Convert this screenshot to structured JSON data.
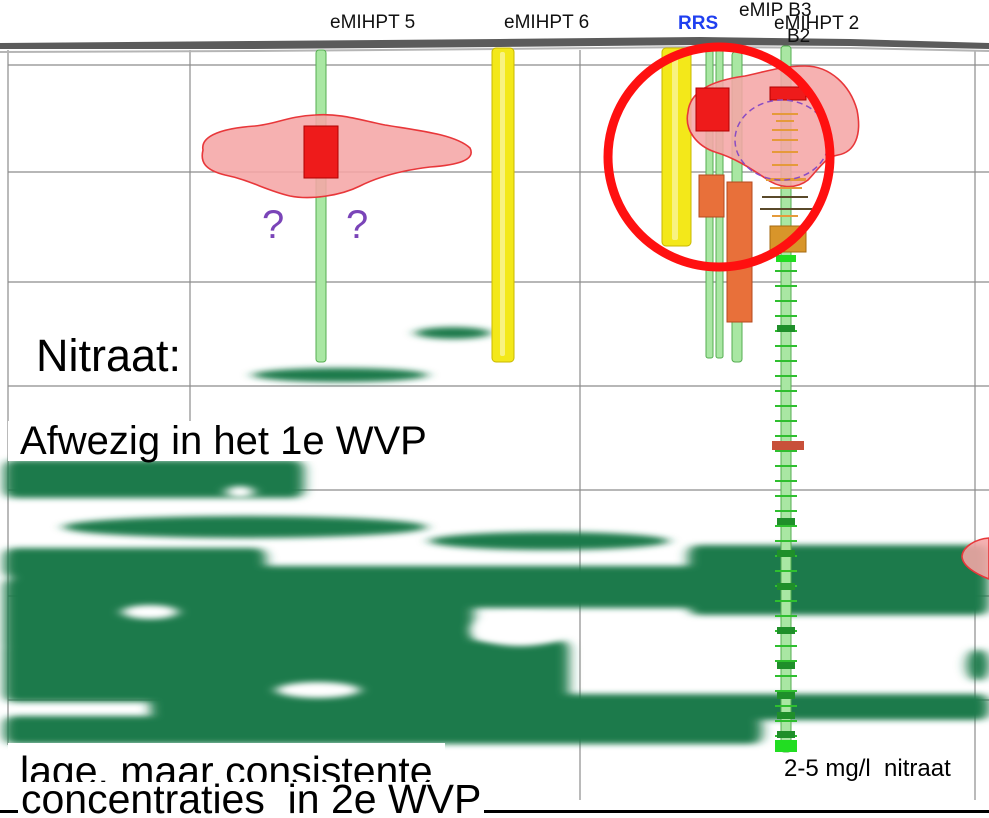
{
  "figure": {
    "borehole_labels": {
      "emihpt_5": "eMIHPT 5",
      "emihpt_6": "eMIHPT 6",
      "rrs": "RRS",
      "emihpt_2": "eMIHPT 2",
      "emip_b3": "eMIP B3",
      "b2": "B2"
    },
    "uncertainty_marks": [
      "?",
      "?"
    ],
    "nitraat_heading": "Nitraat:",
    "first_aquifer_note": "Afwezig in het 1e WVP",
    "second_aquifer_note": [
      "lage, maar consistente",
      "concentraties  in 2e WVP"
    ],
    "measurement_label": "2-5 mg/l  nitraat"
  },
  "colors": {
    "nitrate_zone": "#1c7a4b",
    "contamination_plume": "#f5a6a6",
    "plume_outline": "#e8373a",
    "red_segment": "#ee1b1b",
    "orange_segment": "#e8703a",
    "yellow_borehole": "#f3e81a",
    "green_borehole": "#a9e7a3",
    "highlight_circle": "#ff1010",
    "question_mark": "#7a44b8",
    "rrs_label": "#1f3ff0"
  }
}
